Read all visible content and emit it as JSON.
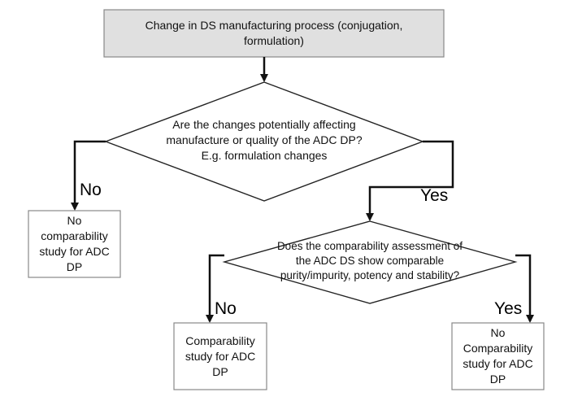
{
  "flowchart": {
    "start_box": {
      "text": "Change in DS manufacturing process (conjugation, formulation)",
      "fill": "#e0e0e0"
    },
    "decision_1": {
      "text": "Are the changes potentially affecting manufacture or quality of the ADC DP? E.g. formulation changes"
    },
    "decision_1_no": {
      "label": "No"
    },
    "decision_1_yes": {
      "label": "Yes"
    },
    "outcome_left": {
      "text": "No comparability study for ADC DP"
    },
    "decision_2": {
      "text": "Does the comparability assessment of the ADC DS show comparable purity/impurity, potency and stability?"
    },
    "decision_2_no": {
      "label": "No"
    },
    "decision_2_yes": {
      "label": "Yes"
    },
    "outcome_middle": {
      "text": "Comparability study for ADC DP"
    },
    "outcome_right": {
      "text": "No Comparability study for ADC DP"
    }
  },
  "colors": {
    "line": "#111111",
    "box_border": "#888888"
  }
}
